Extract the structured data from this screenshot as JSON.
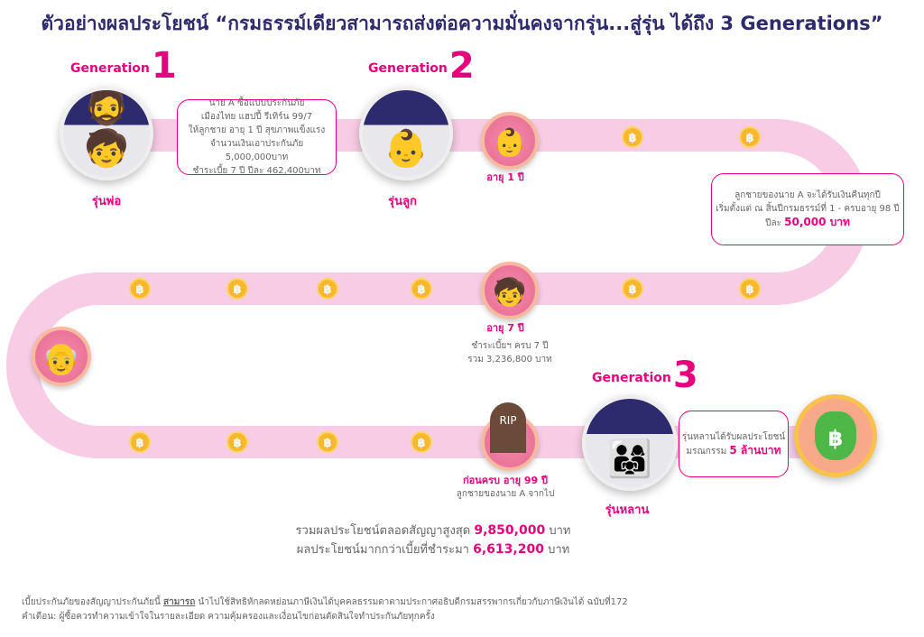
{
  "title": "ตัวอย่างผลประโยชน์ “กรมธรรม์เดียวสามารถส่งต่อความมั่นคงจากรุ่น...สู่รุ่น ได้ถึง 3 Generations”",
  "generations": [
    {
      "label": "Generation",
      "number": "1",
      "caption": "รุ่นพ่อ"
    },
    {
      "label": "Generation",
      "number": "2",
      "caption": "รุ่นลูก"
    },
    {
      "label": "Generation",
      "number": "3",
      "caption": "รุ่นหลาน"
    }
  ],
  "box1": [
    "นาย A ซื้อแบบประกันภัย",
    "เมืองไทย แฮปปี้ รีเทิร์น 99/7",
    "ให้ลูกชาย อายุ 1 ปี สุขภาพแข็งแรง",
    "จำนวนเงินเอาประกันภัย 5,000,000บาท",
    "ชำระเบี้ย 7 ปี ปีละ 462,400บาท"
  ],
  "box2": {
    "line1": "ลูกชายของนาย A จะได้รับเงินคืนทุกปี",
    "line2": "เริ่มตั้งแต่ ณ สิ้นปีกรมธรรม์ที่ 1 - ครบอายุ 98 ปี",
    "prefix": "ปีละ",
    "amount": "50,000 บาท"
  },
  "box3": {
    "line1": "รุ่นหลานได้รับผลประโยชน์",
    "prefix": "มรณกรรม",
    "amount": "5 ล้านบาท"
  },
  "age1": "อายุ 1 ปี",
  "age7": {
    "label": "อายุ 7 ปี",
    "line1": "ชำระเบี้ยฯ ครบ 7 ปี",
    "line2": "รวม 3,236,800 บาท"
  },
  "age99": {
    "label": "ก่อนครบ อายุ 99 ปี",
    "line1": "ลูกชายของนาย A จากไป"
  },
  "rip": "RIP",
  "coin": "฿",
  "summary": {
    "l1": "รวมผลประโยชน์ตลอดสัญญาสูงสุด",
    "v1": "9,850,000",
    "u1": "บาท",
    "l2": "ผลประโยชน์มากกว่าเบี้ยที่ชำระมา",
    "v2": "6,613,200",
    "u2": "บาท"
  },
  "footer": {
    "a": "เบี้ยประกันภัยของสัญญาประกันภัยนี้",
    "b": "สามารถ",
    "c": "นำไปใช้สิทธิหักลดหย่อนภาษีเงินได้บุคคลธรรมดาตามประกาศอธิบดีกรมสรรพากรเกี่ยวกับภาษีเงินได้ ฉบับที่172",
    "d": "คำเตือน: ผู้ซื้อควรทำความเข้าใจในรายละเอียด ความคุ้มครองและเงื่อนไขก่อนตัดสินใจทำประกันภัยทุกครั้ง"
  },
  "colors": {
    "accent": "#e6007e",
    "title": "#2d2a6e",
    "track": "#f7cce4"
  }
}
